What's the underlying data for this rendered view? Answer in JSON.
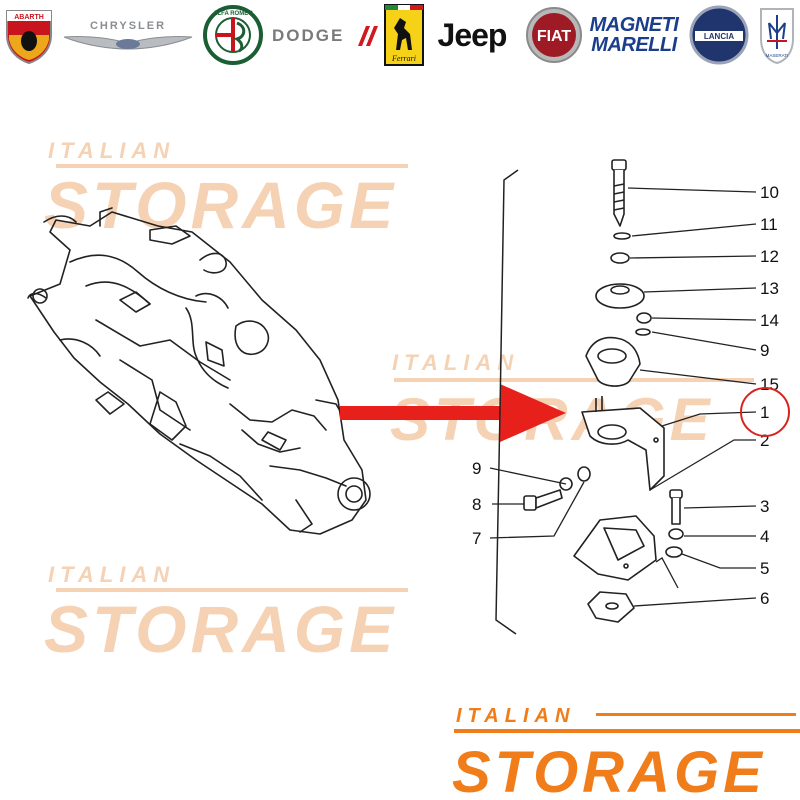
{
  "brands": {
    "abarth": "ABARTH",
    "chrysler": "CHRYSLER",
    "alfa_romeo": "ALFA ROMEO",
    "dodge": "DODGE",
    "ferrari": "Ferrari",
    "jeep": "Jeep",
    "fiat": "FIAT",
    "magneti_marelli_line1": "MAGNETI",
    "magneti_marelli_line2": "MARELLI",
    "lancia": "LANCIA",
    "maserati": "MASERATI"
  },
  "watermark": {
    "line1": "ITALIAN",
    "line2": "STORAGE"
  },
  "brand_logo": {
    "line1": "ITALIAN",
    "line2": "STORAGE",
    "color": "#f07d1a"
  },
  "callouts": {
    "c10": "10",
    "c11": "11",
    "c12": "12",
    "c13": "13",
    "c14": "14",
    "c9r": "9",
    "c15": "15",
    "c1": "1",
    "c2": "2",
    "c3": "3",
    "c4": "4",
    "c5": "5",
    "c6": "6",
    "c9l": "9",
    "c8": "8",
    "c7": "7"
  },
  "colors": {
    "arrow": "#e8201c",
    "highlight_circle": "#d9231f",
    "watermark": "#f6d2b4",
    "line_art": "#222222"
  }
}
